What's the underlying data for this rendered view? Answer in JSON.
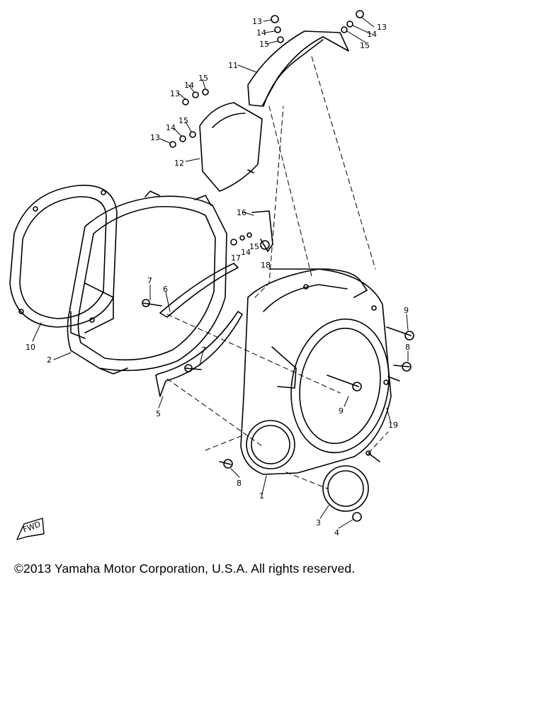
{
  "callouts": [
    {
      "id": "c13a",
      "text": "13"
    },
    {
      "id": "c14a",
      "text": "14"
    },
    {
      "id": "c15a",
      "text": "15"
    },
    {
      "id": "c13b",
      "text": "13"
    },
    {
      "id": "c14b",
      "text": "14"
    },
    {
      "id": "c15b",
      "text": "15"
    },
    {
      "id": "c11",
      "text": "11"
    },
    {
      "id": "c15c",
      "text": "15"
    },
    {
      "id": "c14c",
      "text": "14"
    },
    {
      "id": "c13c",
      "text": "13"
    },
    {
      "id": "c15d",
      "text": "15"
    },
    {
      "id": "c14d",
      "text": "14"
    },
    {
      "id": "c13d",
      "text": "13"
    },
    {
      "id": "c12",
      "text": "12"
    },
    {
      "id": "c16",
      "text": "16"
    },
    {
      "id": "c17",
      "text": "17"
    },
    {
      "id": "c14e",
      "text": "14"
    },
    {
      "id": "c15e",
      "text": "15"
    },
    {
      "id": "c18",
      "text": "18"
    },
    {
      "id": "c7a",
      "text": "7"
    },
    {
      "id": "c6",
      "text": "6"
    },
    {
      "id": "c10",
      "text": "10"
    },
    {
      "id": "c2",
      "text": "2"
    },
    {
      "id": "c7b",
      "text": "7"
    },
    {
      "id": "c5",
      "text": "5"
    },
    {
      "id": "c9a",
      "text": "9"
    },
    {
      "id": "c8a",
      "text": "8"
    },
    {
      "id": "c9b",
      "text": "9"
    },
    {
      "id": "c19",
      "text": "19"
    },
    {
      "id": "c8b",
      "text": "8"
    },
    {
      "id": "c1",
      "text": "1"
    },
    {
      "id": "c3",
      "text": "3"
    },
    {
      "id": "c4",
      "text": "4"
    }
  ],
  "fwd_label": "FWD",
  "copyright": "©2013 Yamaha Motor Corporation, U.S.A. All rights reserved."
}
